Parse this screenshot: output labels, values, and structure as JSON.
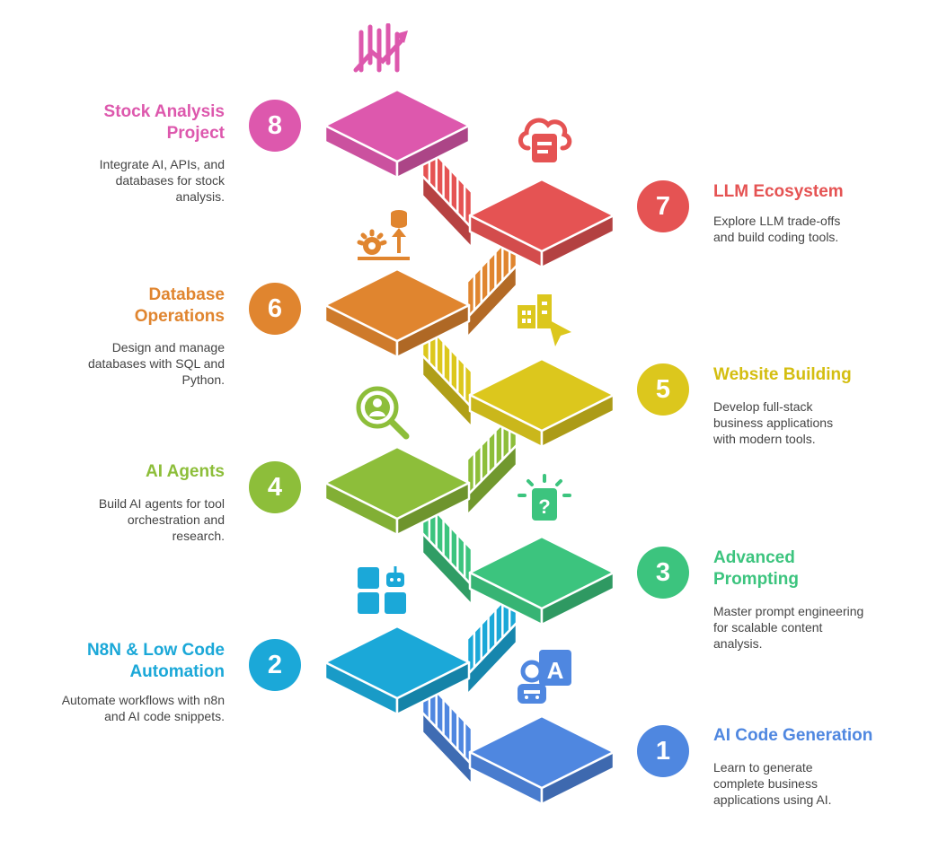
{
  "steps": [
    {
      "number": "1",
      "title": "AI Code Generation",
      "description": "Learn to generate complete business applications using AI.",
      "color": "#4F87E0",
      "icon": "robot-user-icon"
    },
    {
      "number": "2",
      "title": "N8N & Low Code Automation",
      "description": "Automate workflows with n8n and AI code snippets.",
      "color": "#1BA8D8",
      "icon": "app-blocks-icon"
    },
    {
      "number": "3",
      "title": "Advanced Prompting",
      "description": "Master prompt engineering for scalable content analysis.",
      "color": "#3CC47E",
      "icon": "question-box-icon"
    },
    {
      "number": "4",
      "title": "AI Agents",
      "description": "Build AI agents for tool orchestration and research.",
      "color": "#8DBE3A",
      "icon": "agent-search-icon"
    },
    {
      "number": "5",
      "title": "Website Building",
      "description": "Develop full-stack business applications with modern tools.",
      "color": "#DCC71D",
      "icon": "buildings-cursor-icon"
    },
    {
      "number": "6",
      "title": "Database Operations",
      "description": "Design and manage databases with SQL and Python.",
      "color": "#E0852F",
      "icon": "database-gear-icon"
    },
    {
      "number": "7",
      "title": "LLM Ecosystem",
      "description": "Explore LLM trade-offs and build coding tools.",
      "color": "#E55353",
      "icon": "cloud-document-icon"
    },
    {
      "number": "8",
      "title": "Stock Analysis Project",
      "description": "Integrate AI, APIs, and databases for stock analysis.",
      "color": "#DD58AD",
      "icon": "stock-chart-icon"
    }
  ]
}
